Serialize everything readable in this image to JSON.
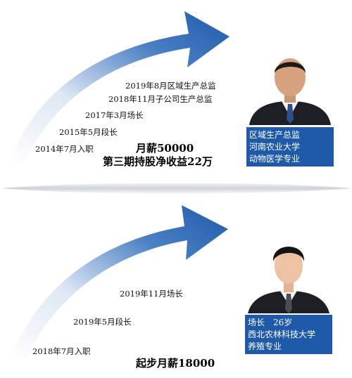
{
  "top": {
    "milestones": [
      "2014年7月入职",
      "2015年5月段长",
      "2017年3月场长",
      "2018年11月子公司生产总监",
      "2019年8月区域生产总监"
    ],
    "highlight_1": "月薪50000",
    "highlight_2": "第三期持股净收益22万",
    "profile": [
      "区域生产总监",
      "河南农业大学",
      "动物医学专业"
    ]
  },
  "bottom": {
    "milestones": [
      "2018年7月入职",
      "2019年5月段长",
      "2019年11月场长"
    ],
    "highlight_1": "起步月薪18000",
    "profile": [
      "场长　26岁",
      "西北农林科技大学",
      "养殖专业"
    ]
  },
  "colors": {
    "arrow_blue": "#1f5aa8",
    "arrow_light": "#e3ebf6",
    "info_box": "#1f5aa8",
    "divider_gray": "#cfd3d8"
  },
  "icons": [
    "person-photo-icon",
    "person-photo-icon"
  ]
}
